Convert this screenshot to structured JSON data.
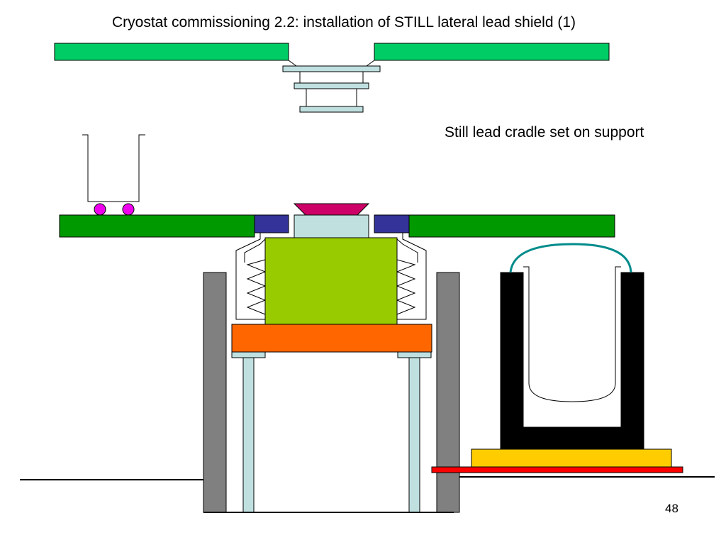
{
  "slide": {
    "title": "Cryostat commissioning 2.2: installation of STILL lateral lead shield (1)",
    "caption": "Still lead cradle set on support",
    "page_number": "48"
  },
  "colors": {
    "plate_green_light": "#00cc66",
    "plate_green_dark": "#009900",
    "pale_blue": "#c0e0e0",
    "dark_blue": "#333399",
    "magenta_wedge": "#cc0066",
    "lime_block": "#99cc00",
    "orange_plate": "#ff6600",
    "gray_wall": "#808080",
    "lead_black": "#000000",
    "yellow_base": "#ffcc00",
    "red_base": "#ff0000",
    "teal_handle": "#008b8b",
    "wheel_magenta": "#ee00ee"
  },
  "icons": {
    "cart_wheels": "circle",
    "bellows": "zigzag"
  }
}
